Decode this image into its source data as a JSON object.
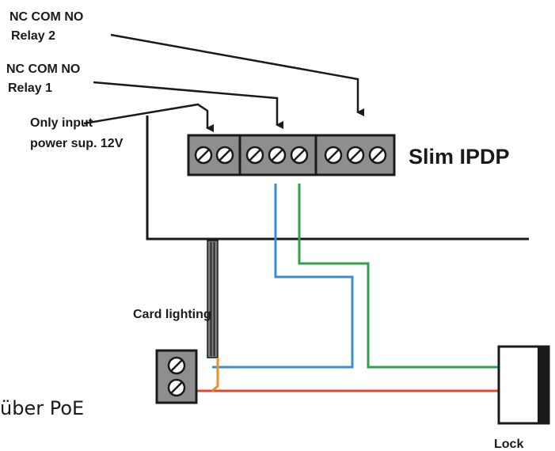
{
  "labels": {
    "relay2_pins": "NC   COM   NO",
    "relay2_name": "Relay 2",
    "relay1_pins": "NC   COM   NO",
    "relay1_name": "Relay 1",
    "power_line1": "Only input",
    "power_line2": "power sup. 12V",
    "device": "Slim IPDP",
    "card_lighting": "Card lighting",
    "lock": "Lock"
  },
  "footer_text": "über PoE",
  "terminal_blocks": [
    {
      "name": "power",
      "screws": 2
    },
    {
      "name": "relay-1",
      "screws": 3
    },
    {
      "name": "relay-2",
      "screws": 3
    }
  ],
  "colors": {
    "terminal_fill": "#8e8e8e",
    "wire_blue": "#3a8fd0",
    "wire_green": "#2fa050",
    "wire_red": "#d94a2e",
    "wire_orange": "#e8912a",
    "line_black": "#1a1a1a"
  }
}
